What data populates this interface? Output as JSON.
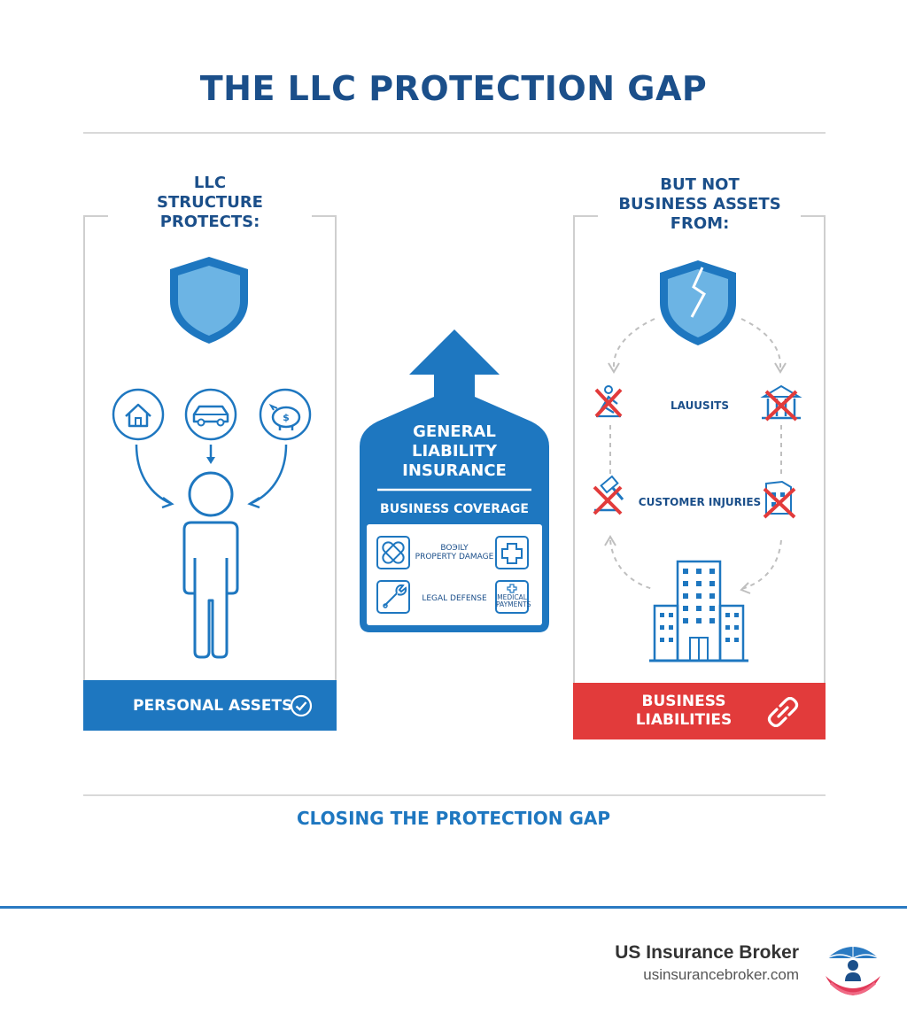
{
  "title": "THE LLC PROTECTION GAP",
  "left_panel": {
    "heading_lines": [
      "LLC",
      "STRUCTURE",
      "PROTECTS:"
    ],
    "icons": [
      "shield-icon",
      "house-icon",
      "car-icon",
      "piggy-bank-icon",
      "person-icon"
    ],
    "footer_label": "PERSONAL ASSETS"
  },
  "center_panel": {
    "title_lines": [
      "GENERAL",
      "LIABILITY",
      "INSURANCE"
    ],
    "subtitle": "BUSINESS COVERAGE",
    "items": {
      "property_damage_lines": [
        "BOЭILY",
        "PROPERTY DAMAGE"
      ],
      "legal_defense": "LEGAL DEFENSE",
      "medical_lines": [
        "MEDICAL",
        "PAYMENTS"
      ]
    }
  },
  "right_panel": {
    "heading_lines": [
      "BUT NOT",
      "BUSINESS ASSETS",
      "FROM:"
    ],
    "lawsuits": "LAUUSITS",
    "customer_injuries": "CUSTOMER INJURIES",
    "footer_lines": [
      "BUSINESS",
      "LIABILITIES"
    ]
  },
  "closing": "CLOSING THE PROTECTION GAP",
  "brand": {
    "name": "US Insurance Broker",
    "url": "usinsurancebroker.com"
  },
  "colors": {
    "primary_blue": "#1e77c0",
    "dark_blue": "#1b4f8a",
    "light_blue": "#6cb4e4",
    "red": "#e23b3b"
  }
}
